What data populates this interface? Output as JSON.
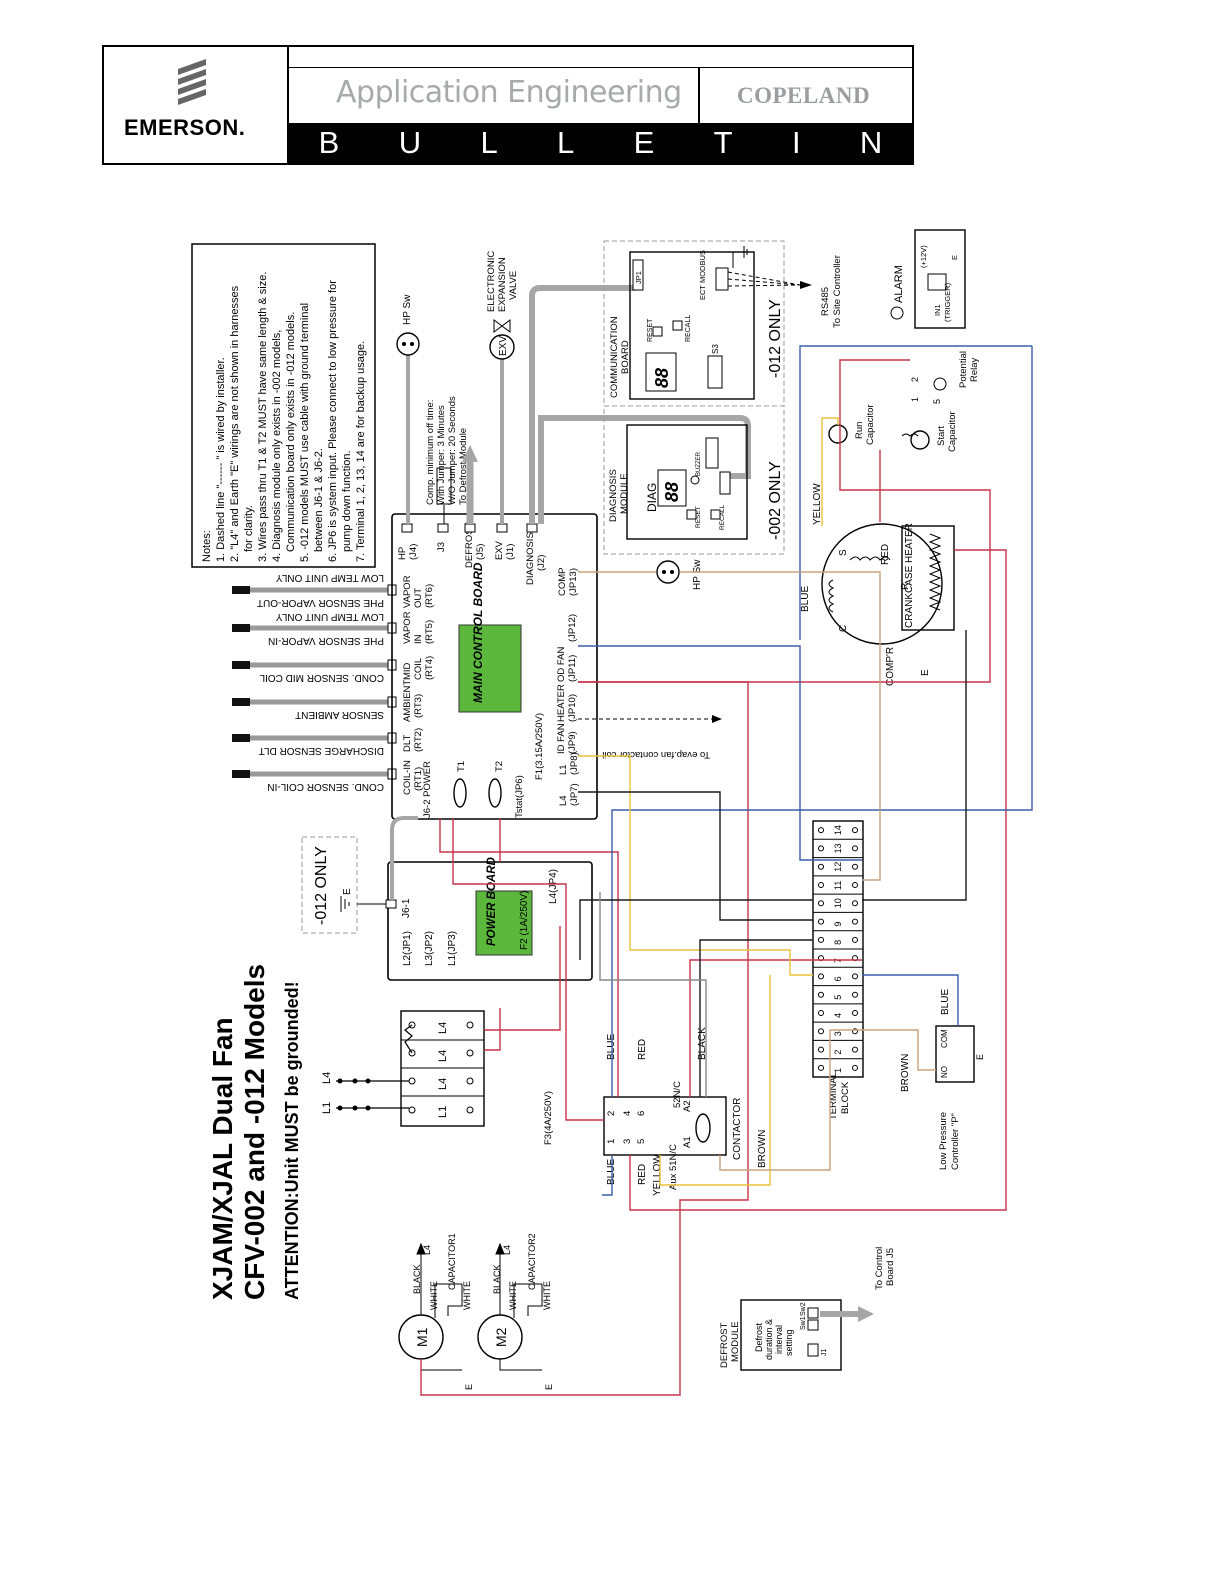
{
  "header": {
    "emerson": "EMERSON.",
    "app_title": "Application Engineering",
    "copeland": "COPELAND",
    "bulletin_letters": [
      "B",
      "U",
      "L",
      "L",
      "E",
      "T",
      "I",
      "N"
    ]
  },
  "title": {
    "line1": "XJAM/XJAL Dual Fan",
    "line2": "CFV-002 and -012 Models",
    "attention": "ATTENTION:Unit MUST be grounded!"
  },
  "notes": [
    "Notes:",
    "1. Dashed line \"------ \" is wired by installer.",
    "2. \"L4\" and  Earth \"E\" wirings are not shown in harnesses",
    "for clarity.",
    "3. Wires pass thru T1 & T2 MUST have same length & size.",
    "4. Diagnosis module only exists in -002 models,",
    "Communication board only exists in -012 models.",
    "5. -012 models MUST use cable with ground terminal",
    "between J6-1 & J6-2.",
    "6. JP6 is system input. Please connect to low pressure for",
    "pump down function.",
    "7. Terminal 1, 2, 13, 14 are for backup usage."
  ],
  "sensors": [
    "LOW TEMP UNIT ONLY",
    "PHE SENSOR VAPOR-OUT",
    "LOW TEMP UNIT ONLY",
    "PHE SENSOR VAPOR-IN",
    "COND. SENSOR MID COIL",
    "SENSOR AMBIENT",
    "DISCHARGE SENSOR DLT",
    "COND. SENSOR COIL-IN"
  ],
  "main_board": {
    "name": "MAIN CONTROL BOARD",
    "connectors_left": [
      {
        "a": "VAPOR",
        "b": "OUT",
        "c": "(RT6)"
      },
      {
        "a": "VAPOR",
        "b": "IN",
        "c": "(RT5)"
      },
      {
        "a": "MID",
        "b": "COIL",
        "c": "(RT4)"
      },
      {
        "a": "AMBIENT",
        "b": "(RT3)",
        "c": ""
      },
      {
        "a": "DLT",
        "b": "(RT2)",
        "c": ""
      },
      {
        "a": "COIL-IN",
        "b": "(RT1)",
        "c": ""
      }
    ],
    "connectors_top": [
      {
        "a": "HP",
        "b": "(J4)"
      },
      {
        "a": "J3",
        "b": ""
      },
      {
        "a": "DEFROST",
        "b": "(J5)"
      },
      {
        "a": "EXV",
        "b": "(J1)"
      },
      {
        "a": "DIAGNOSIS",
        "b": "(J2)"
      }
    ],
    "connectors_right": [
      {
        "a": "COMP",
        "b": "(JP13)"
      },
      {
        "a": "(JP12)",
        "b": ""
      },
      {
        "a": "OD FAN",
        "b": "(JP11)"
      },
      {
        "a": "HEATER",
        "b": "(JP10)"
      },
      {
        "a": "ID FAN",
        "b": "(JP9)"
      },
      {
        "a": "L1",
        "b": "(JP8)"
      },
      {
        "a": "L4",
        "b": "(JP7)"
      }
    ],
    "power": "J6-2 POWER",
    "tstat": "Tstat(JP6)",
    "fuse": "F1(3.15A/250V)",
    "t1": "T1",
    "t2": "T2"
  },
  "comp_note": [
    "Comp. minimum off time:",
    "With Jumper: 3 Minutes",
    "W/O Jumper: 20 Seconds",
    "To Defrost Module"
  ],
  "hp_sw_top": "HP Sw",
  "exv": {
    "label": "EXV",
    "name": [
      "ELECTRONIC",
      "EXPANSION",
      "VALVE"
    ]
  },
  "comm_board": {
    "name": [
      "COMMUNICATION",
      "BOARD"
    ],
    "display": "88",
    "reset": "RESET",
    "recall": "RECALL",
    "s3": "S3",
    "jp1": "JP1",
    "ect": "ECT MODBUS",
    "only": "-012 ONLY",
    "rs485": [
      "RS485",
      "To Site Controller"
    ]
  },
  "alarm": {
    "label": "ALARM",
    "plus": "(+12V)",
    "in1": "IN1",
    "trigger": "(TRIGGER)",
    "e": "E"
  },
  "diag_module": {
    "name": [
      "DIAGNOSIS",
      "MODULE"
    ],
    "diag": "DIAG",
    "display": "88",
    "reset": "RESET",
    "recall": "RECALL",
    "buzzer": "BUZZER",
    "only": "-002 ONLY"
  },
  "relay": {
    "potential": [
      "Potential",
      "Relay"
    ],
    "pins": [
      "1",
      "2",
      "5"
    ],
    "start": [
      "Start",
      "Capacitor"
    ],
    "run": [
      "Run",
      "Capacitor"
    ]
  },
  "compressor": {
    "yellow": "YELLOW",
    "blue": "BLUE",
    "red": "RED",
    "s": "S",
    "c": "C",
    "r": "R",
    "heater": "CRANKCASE HEATER",
    "comp_r": "COMP'R",
    "e": "E",
    "hp_sw": "HP Sw"
  },
  "evap_fan": "To evap.fan contactor coil",
  "power_board": {
    "name": "POWER BOARD",
    "j61": "J6-1",
    "l2": "L2(JP1)",
    "l3": "L3(JP2)",
    "l1": "L1(JP3)",
    "l4": "L4(JP4)",
    "f2": "F2 (1A/250V)"
  },
  "only_012_box": "-012 ONLY",
  "e_label": "E",
  "terminal_block": {
    "name": [
      "TERMINAL",
      "BLOCK"
    ],
    "numbers": [
      "1",
      "2",
      "3",
      "4",
      "5",
      "6",
      "7",
      "8",
      "9",
      "10",
      "11",
      "12",
      "13",
      "14"
    ]
  },
  "main_terminals": {
    "bottom": [
      "L1",
      "L4",
      "L4",
      "L4"
    ],
    "inputs": [
      "L1",
      "L4"
    ]
  },
  "contactor": {
    "name": "CONTACTOR",
    "f3": "F3(4A/250V)",
    "aux": "Aux 51N/C",
    "nc52": "52N/C",
    "a1": "A1",
    "a2": "A2",
    "pins": [
      "1",
      "2",
      "3",
      "4",
      "5",
      "6"
    ],
    "blue_top": "BLUE",
    "red_top": "RED",
    "black_top": "BLACK",
    "blue_bottom": "BLUE",
    "red_bottom": "RED",
    "yellow_bottom": "YELLOW",
    "brown": "BROWN"
  },
  "low_pressure": {
    "name": [
      "Low Pressure",
      "Controller \"P\""
    ],
    "brown": "BROWN",
    "blue": "BLUE",
    "no": "NO",
    "com": "COM",
    "e": "E"
  },
  "fan_motors": [
    {
      "label": "M1",
      "black": "BLACK",
      "l4": "L4",
      "white1": "WHITE",
      "white2": "WHITE",
      "cap": "CAPACITOR1",
      "e": "E"
    },
    {
      "label": "M2",
      "black": "BLACK",
      "l4": "L4",
      "white1": "WHITE",
      "white2": "WHITE",
      "cap": "CAPACITOR2",
      "e": "E"
    }
  ],
  "defrost_module": {
    "name": [
      "DEFROST",
      "MODULE"
    ],
    "desc": [
      "Defrost",
      "duration &",
      "interval",
      "setting"
    ],
    "sw1": "Sw1",
    "sw2": "Sw2",
    "j1": "J1",
    "to_control": [
      "To Control",
      "Board J5"
    ]
  },
  "colors": {
    "red": "#c8324a",
    "blue": "#3b5ea8",
    "yellow": "#e8c23a",
    "black": "#1a1a1a",
    "brown": "#9c6b3c",
    "tan": "#c9a37a",
    "gray": "#a6a6a6",
    "green": "#5cb83d"
  }
}
